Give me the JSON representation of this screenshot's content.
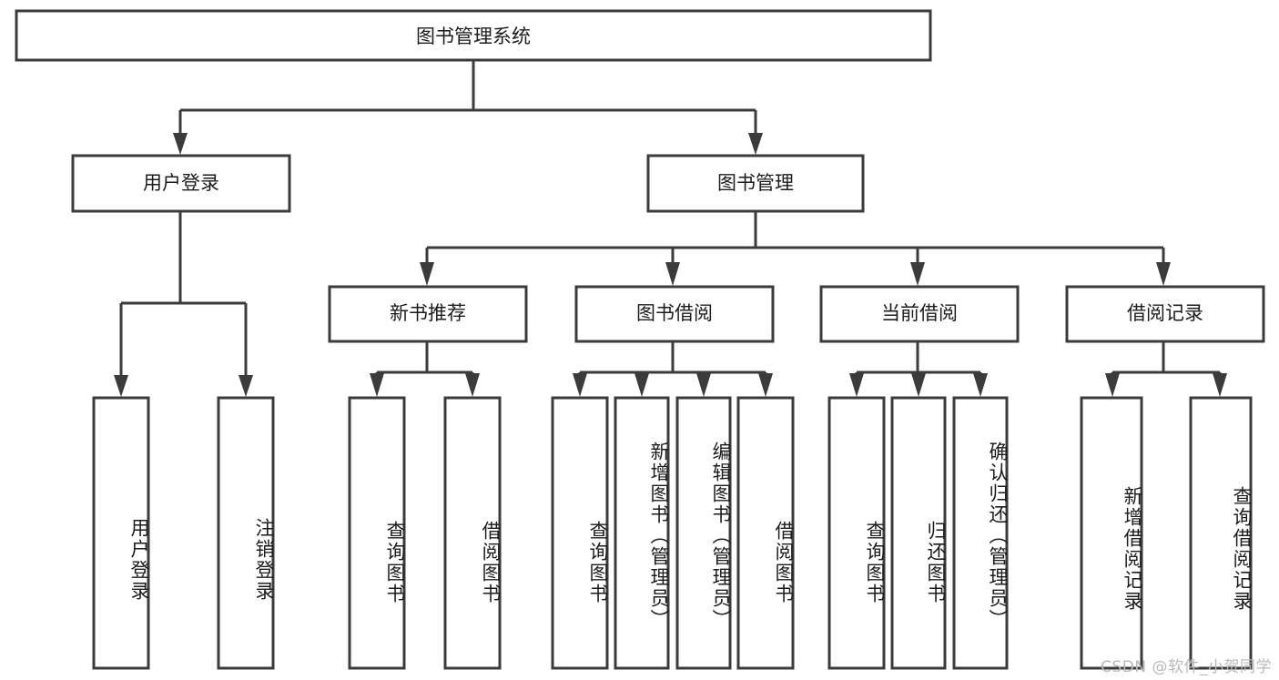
{
  "diagram": {
    "title": "图书管理系统",
    "type": "tree",
    "orientation": "top-down",
    "colors": {
      "box_fill": "#ffffff",
      "box_stroke": "#3b3b3b",
      "text": "#1c1c1c",
      "background": "#ffffff",
      "watermark": "#b9b9b9"
    },
    "root": {
      "id": "root",
      "label": "图书管理系统",
      "text_orientation": "horizontal"
    },
    "level2": [
      {
        "id": "user-login",
        "label": "用户登录",
        "text_orientation": "horizontal"
      },
      {
        "id": "book-management",
        "label": "图书管理",
        "text_orientation": "horizontal"
      }
    ],
    "level3": [
      {
        "id": "new-book-recommend",
        "label": "新书推荐",
        "text_orientation": "horizontal",
        "parent": "book-management"
      },
      {
        "id": "book-borrow",
        "label": "图书借阅",
        "text_orientation": "horizontal",
        "parent": "book-management"
      },
      {
        "id": "current-borrow",
        "label": "当前借阅",
        "text_orientation": "horizontal",
        "parent": "book-management"
      },
      {
        "id": "borrow-record",
        "label": "借阅记录",
        "text_orientation": "horizontal",
        "parent": "book-management"
      }
    ],
    "leaves": [
      {
        "id": "leaf-user-login",
        "label": "用户登录",
        "parent": "user-login",
        "text_orientation": "vertical"
      },
      {
        "id": "leaf-logout-login",
        "label": "注销登录",
        "parent": "user-login",
        "text_orientation": "vertical"
      },
      {
        "id": "leaf-query-book-1",
        "label": "查询图书",
        "parent": "new-book-recommend",
        "text_orientation": "vertical"
      },
      {
        "id": "leaf-borrow-book-1",
        "label": "借阅图书",
        "parent": "new-book-recommend",
        "text_orientation": "vertical"
      },
      {
        "id": "leaf-query-book-2",
        "label": "查询图书",
        "parent": "book-borrow",
        "text_orientation": "vertical"
      },
      {
        "id": "leaf-add-book",
        "label": "新增图书（管理员）",
        "parent": "book-borrow",
        "text_orientation": "vertical"
      },
      {
        "id": "leaf-edit-book",
        "label": "编辑图书（管理员）",
        "parent": "book-borrow",
        "text_orientation": "vertical"
      },
      {
        "id": "leaf-borrow-book-2",
        "label": "借阅图书",
        "parent": "book-borrow",
        "text_orientation": "vertical"
      },
      {
        "id": "leaf-query-book-3",
        "label": "查询图书",
        "parent": "current-borrow",
        "text_orientation": "vertical"
      },
      {
        "id": "leaf-return-book",
        "label": "归还图书",
        "parent": "current-borrow",
        "text_orientation": "vertical"
      },
      {
        "id": "leaf-confirm-return",
        "label": "确认归还（管理员）",
        "parent": "current-borrow",
        "text_orientation": "vertical"
      },
      {
        "id": "leaf-add-borrow-record",
        "label": "新增借阅记录",
        "parent": "borrow-record",
        "text_orientation": "vertical"
      },
      {
        "id": "leaf-query-borrow-record",
        "label": "查询借阅记录",
        "parent": "borrow-record",
        "text_orientation": "vertical"
      }
    ],
    "watermark": "CSDN @软件_小贺同学"
  }
}
